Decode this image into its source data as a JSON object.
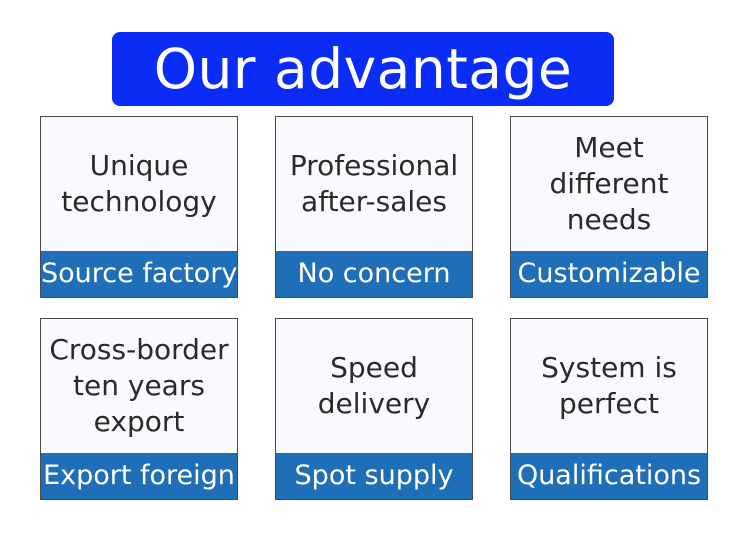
{
  "title": "Our advantage",
  "cards": [
    {
      "text": "Unique\ntechnology",
      "label": "Source factory"
    },
    {
      "text": "Professional\nafter-sales",
      "label": "No concern"
    },
    {
      "text": "Meet\ndifferent\nneeds",
      "label": "Customizable"
    },
    {
      "text": "Cross-border\nten years\nexport",
      "label": "Export foreign"
    },
    {
      "text": "Speed\ndelivery",
      "label": "Spot supply"
    },
    {
      "text": "System is\nperfect",
      "label": "Qualifications"
    }
  ],
  "colors": {
    "title_bg": "#0a2cf5",
    "bar_bg": "#1f6fb8",
    "card_border": "#4a4a4a"
  }
}
